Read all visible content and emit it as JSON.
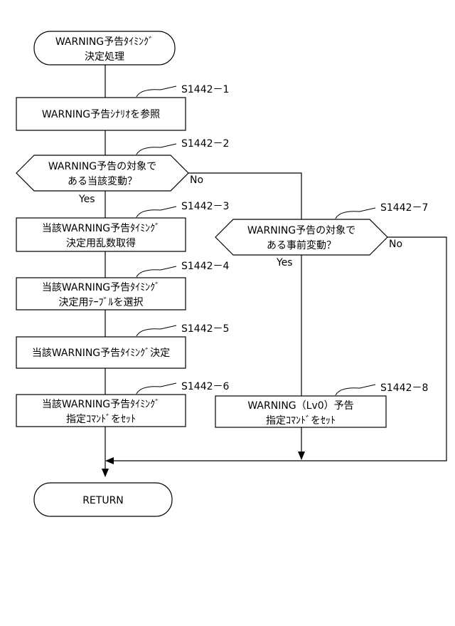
{
  "start": {
    "line1": "WARNING予告ﾀｲﾐﾝｸﾞ",
    "line2": "決定処理"
  },
  "steps": {
    "s1": {
      "id": "S1442－1",
      "text": "WARNING予告ｼﾅﾘｵを参照"
    },
    "s2": {
      "id": "S1442－2",
      "line1": "WARNING予告の対象で",
      "line2": "ある当該変動？",
      "yes": "Yes",
      "no": "No"
    },
    "s3": {
      "id": "S1442－3",
      "line1": "当該WARNING予告ﾀｲﾐﾝｸﾞ",
      "line2": "決定用乱数取得"
    },
    "s4": {
      "id": "S1442－4",
      "line1": "当該WARNING予告ﾀｲﾐﾝｸﾞ",
      "line2": "決定用ﾃｰﾌﾞﾙを選択"
    },
    "s5": {
      "id": "S1442－5",
      "text": "当該WARNING予告ﾀｲﾐﾝｸﾞ決定"
    },
    "s6": {
      "id": "S1442－6",
      "line1": "当該WARNING予告ﾀｲﾐﾝｸﾞ",
      "line2": "指定ｺﾏﾝﾄﾞをｾｯﾄ"
    },
    "s7": {
      "id": "S1442－7",
      "line1": "WARNING予告の対象で",
      "line2": "ある事前変動？",
      "yes": "Yes",
      "no": "No"
    },
    "s8": {
      "id": "S1442－8",
      "line1": "WARNING（Lv0）予告",
      "line2": "指定ｺﾏﾝﾄﾞをｾｯﾄ"
    }
  },
  "end": {
    "text": "RETURN"
  }
}
